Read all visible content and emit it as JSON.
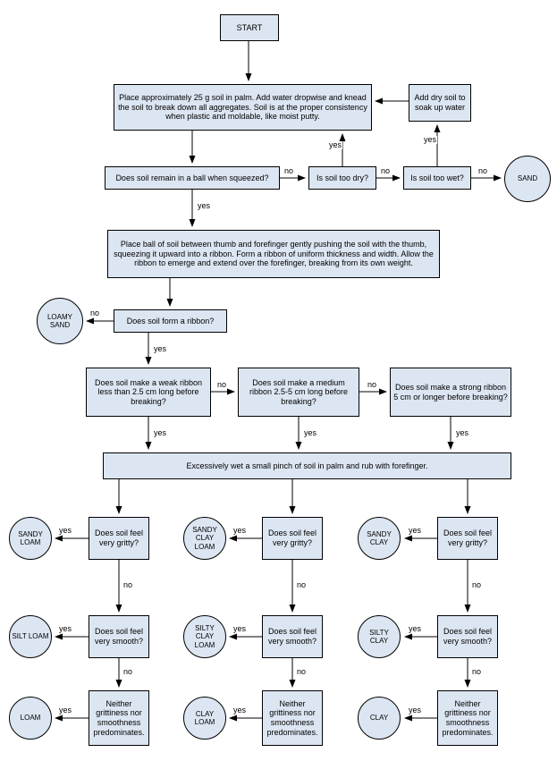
{
  "flowchart": {
    "start": "START",
    "prepare": "Place approximately 25 g soil in palm. Add water dropwise and knead the soil to break down all aggregates. Soil is at the proper consistency when plastic and moldable, like moist putty.",
    "add_dry_soil": "Add dry soil to soak up water",
    "ball_question": "Does soil remain in a ball when squeezed?",
    "too_dry_question": "Is soil too dry?",
    "too_wet_question": "Is soil too wet?",
    "ribbon_instructions": "Place ball of soil between thumb and forefinger gently pushing the soil with the thumb, squeezing it upward into a ribbon. Form a ribbon of uniform thickness and width. Allow the ribbon to emerge and extend over the forefinger, breaking from its own weight.",
    "ribbon_question": "Does soil form a ribbon?",
    "weak_ribbon_question": "Does soil make a weak ribbon less than 2.5 cm long before breaking?",
    "medium_ribbon_question": "Does soil make a medium ribbon 2.5-5 cm long before breaking?",
    "strong_ribbon_question": "Does soil make a strong ribbon 5 cm or longer before breaking?",
    "wet_pinch": "Excessively wet a small pinch of soil in palm and rub with forefinger.",
    "gritty_question": "Does soil feel very gritty?",
    "smooth_question": "Does soil feel very smooth?",
    "neither_question": "Neither grittiness nor smoothness predominates.",
    "terminals": {
      "sand": "SAND",
      "loamy_sand": "LOAMY SAND",
      "sandy_loam": "SANDY LOAM",
      "silt_loam": "SILT LOAM",
      "loam": "LOAM",
      "sandy_clay_loam": "SANDY CLAY LOAM",
      "silty_clay_loam": "SILTY CLAY LOAM",
      "clay_loam": "CLAY LOAM",
      "sandy_clay": "SANDY CLAY",
      "silty_clay": "SILTY CLAY",
      "clay": "CLAY"
    },
    "labels": {
      "yes": "yes",
      "no": "no"
    },
    "edges": [
      {
        "from": "start",
        "to": "prepare",
        "label": ""
      },
      {
        "from": "prepare",
        "to": "ball_question",
        "label": ""
      },
      {
        "from": "ball_question",
        "to": "too_dry_question",
        "label": "no"
      },
      {
        "from": "too_dry_question",
        "to": "prepare",
        "label": "yes"
      },
      {
        "from": "too_dry_question",
        "to": "too_wet_question",
        "label": "no"
      },
      {
        "from": "too_wet_question",
        "to": "add_dry_soil",
        "label": "yes"
      },
      {
        "from": "add_dry_soil",
        "to": "prepare",
        "label": ""
      },
      {
        "from": "too_wet_question",
        "to": "sand",
        "label": "no"
      },
      {
        "from": "ball_question",
        "to": "ribbon_instructions",
        "label": "yes"
      },
      {
        "from": "ribbon_instructions",
        "to": "ribbon_question",
        "label": ""
      },
      {
        "from": "ribbon_question",
        "to": "loamy_sand",
        "label": "no"
      },
      {
        "from": "ribbon_question",
        "to": "weak_ribbon_question",
        "label": "yes"
      },
      {
        "from": "weak_ribbon_question",
        "to": "medium_ribbon_question",
        "label": "no"
      },
      {
        "from": "medium_ribbon_question",
        "to": "strong_ribbon_question",
        "label": "no"
      },
      {
        "from": "weak_ribbon_question",
        "to": "wet_pinch",
        "label": "yes"
      },
      {
        "from": "medium_ribbon_question",
        "to": "wet_pinch",
        "label": "yes"
      },
      {
        "from": "strong_ribbon_question",
        "to": "wet_pinch",
        "label": "yes"
      },
      {
        "from": "wet_pinch",
        "to": "gritty_question_col1",
        "label": ""
      },
      {
        "from": "wet_pinch",
        "to": "gritty_question_col2",
        "label": ""
      },
      {
        "from": "wet_pinch",
        "to": "gritty_question_col3",
        "label": ""
      },
      {
        "from": "gritty_question_col1",
        "to": "sandy_loam",
        "label": "yes"
      },
      {
        "from": "gritty_question_col1",
        "to": "smooth_question_col1",
        "label": "no"
      },
      {
        "from": "smooth_question_col1",
        "to": "silt_loam",
        "label": "yes"
      },
      {
        "from": "smooth_question_col1",
        "to": "neither_question_col1",
        "label": "no"
      },
      {
        "from": "neither_question_col1",
        "to": "loam",
        "label": "yes"
      },
      {
        "from": "gritty_question_col2",
        "to": "sandy_clay_loam",
        "label": "yes"
      },
      {
        "from": "gritty_question_col2",
        "to": "smooth_question_col2",
        "label": "no"
      },
      {
        "from": "smooth_question_col2",
        "to": "silty_clay_loam",
        "label": "yes"
      },
      {
        "from": "smooth_question_col2",
        "to": "neither_question_col2",
        "label": "no"
      },
      {
        "from": "neither_question_col2",
        "to": "clay_loam",
        "label": "yes"
      },
      {
        "from": "gritty_question_col3",
        "to": "sandy_clay",
        "label": "yes"
      },
      {
        "from": "gritty_question_col3",
        "to": "smooth_question_col3",
        "label": "no"
      },
      {
        "from": "smooth_question_col3",
        "to": "silty_clay",
        "label": "yes"
      },
      {
        "from": "smooth_question_col3",
        "to": "neither_question_col3",
        "label": "no"
      },
      {
        "from": "neither_question_col3",
        "to": "clay",
        "label": "yes"
      }
    ]
  },
  "colors": {
    "node_fill": "#dce6f2",
    "node_border": "#000000",
    "background": "#ffffff"
  }
}
